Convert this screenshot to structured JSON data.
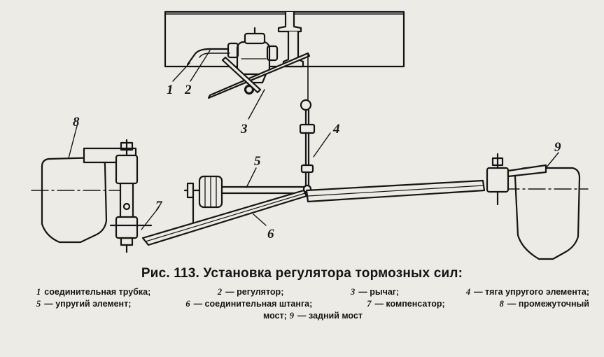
{
  "figure": {
    "callouts": [
      {
        "id": "1",
        "text": "1"
      },
      {
        "id": "2",
        "text": "2"
      },
      {
        "id": "3",
        "text": "3"
      },
      {
        "id": "4",
        "text": "4"
      },
      {
        "id": "5",
        "text": "5"
      },
      {
        "id": "6",
        "text": "6"
      },
      {
        "id": "7",
        "text": "7"
      },
      {
        "id": "8",
        "text": "8"
      },
      {
        "id": "9",
        "text": "9"
      }
    ]
  },
  "caption": {
    "title": "Рис. 113. Установка регулятора тормозных сил:",
    "items": [
      {
        "num": "1",
        "text": "соединительная трубка;"
      },
      {
        "num": "2",
        "text": "— регулятор;"
      },
      {
        "num": "3",
        "text": "— рычаг;"
      },
      {
        "num": "4",
        "text": "— тяга упругого элемента;"
      },
      {
        "num": "5",
        "text": "— упругий элемент;"
      },
      {
        "num": "6",
        "text": "— соединительная штанга;"
      },
      {
        "num": "7",
        "text": "— компенсатор;"
      },
      {
        "num": "8",
        "text": "— промежуточный"
      },
      {
        "num": "",
        "text": "мост;"
      },
      {
        "num": "9",
        "text": "— задний мост"
      }
    ]
  }
}
